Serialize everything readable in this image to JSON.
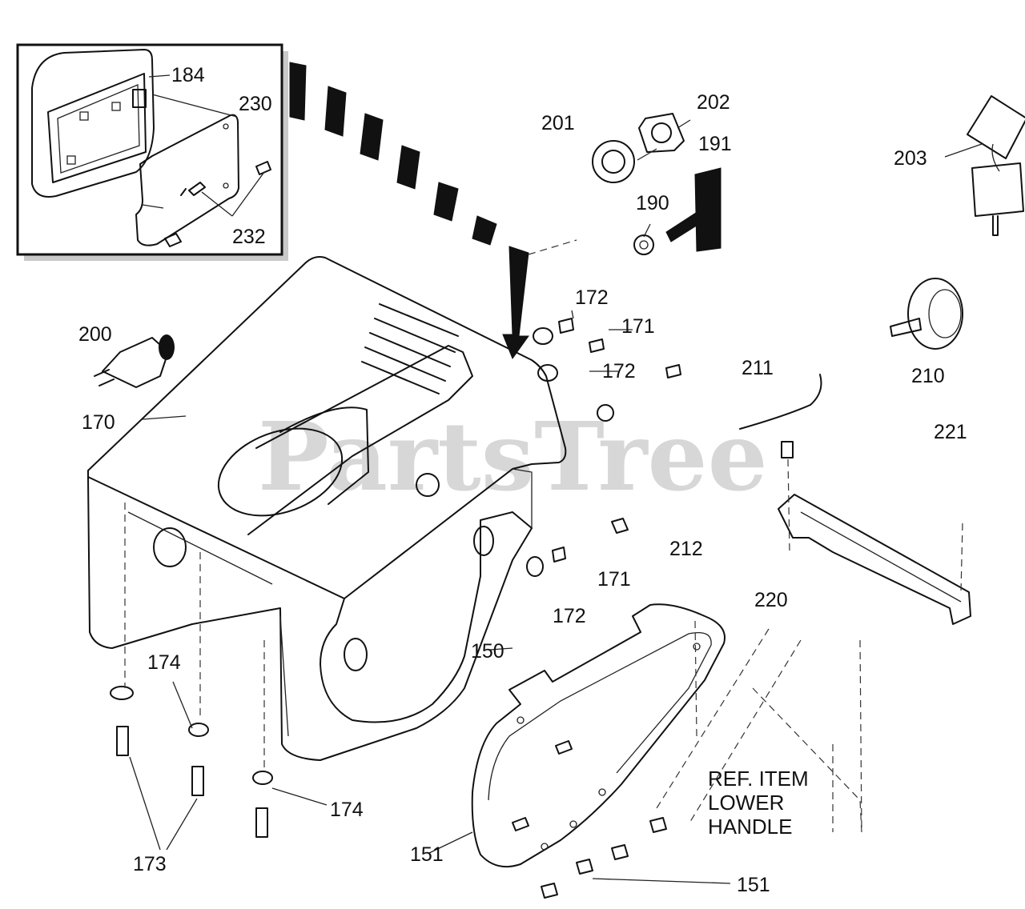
{
  "watermark": "PartsTree",
  "reference_note": {
    "line1": "REF. ITEM",
    "line2": "LOWER",
    "line3": "HANDLE"
  },
  "labels": {
    "p184": "184",
    "p230": "230",
    "p232": "232",
    "p201": "201",
    "p202": "202",
    "p191": "191",
    "p190": "190",
    "p203": "203",
    "p172a": "172",
    "p171a": "171",
    "p172b": "172",
    "p200": "200",
    "p211": "211",
    "p210": "210",
    "p170": "170",
    "p221": "221",
    "p212": "212",
    "p171b": "171",
    "p220": "220",
    "p172c": "172",
    "p150": "150",
    "p174a": "174",
    "p174b": "174",
    "p173": "173",
    "p151a": "151",
    "p151b": "151"
  }
}
